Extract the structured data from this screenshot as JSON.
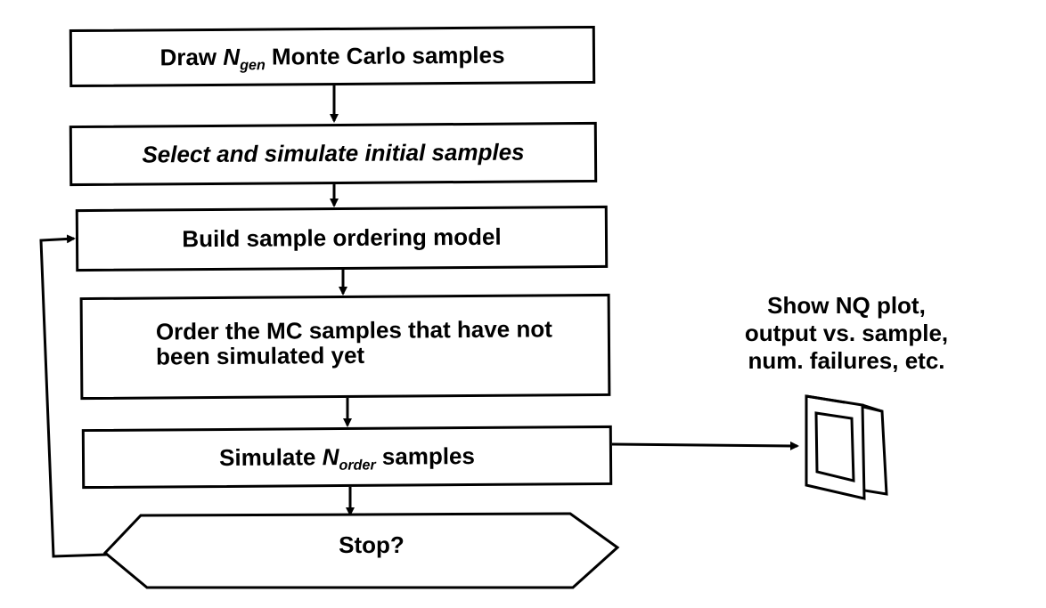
{
  "steps": {
    "draw": {
      "prefix": "Draw ",
      "var": "N",
      "sub": "gen",
      "suffix": " Monte Carlo samples"
    },
    "select": {
      "text": "Select and simulate initial samples"
    },
    "build": {
      "text": "Build sample ordering model"
    },
    "order": {
      "line1": "Order the MC samples that have not",
      "line2": "been simulated yet"
    },
    "simulate": {
      "prefix": "Simulate ",
      "var": "N",
      "sub": "order",
      "suffix": " samples"
    }
  },
  "decision": {
    "text": "Stop?"
  },
  "monitor": {
    "icon": "monitor-icon",
    "caption_lines": [
      "Show NQ plot,",
      "output vs. sample,",
      "num. failures, etc."
    ]
  }
}
